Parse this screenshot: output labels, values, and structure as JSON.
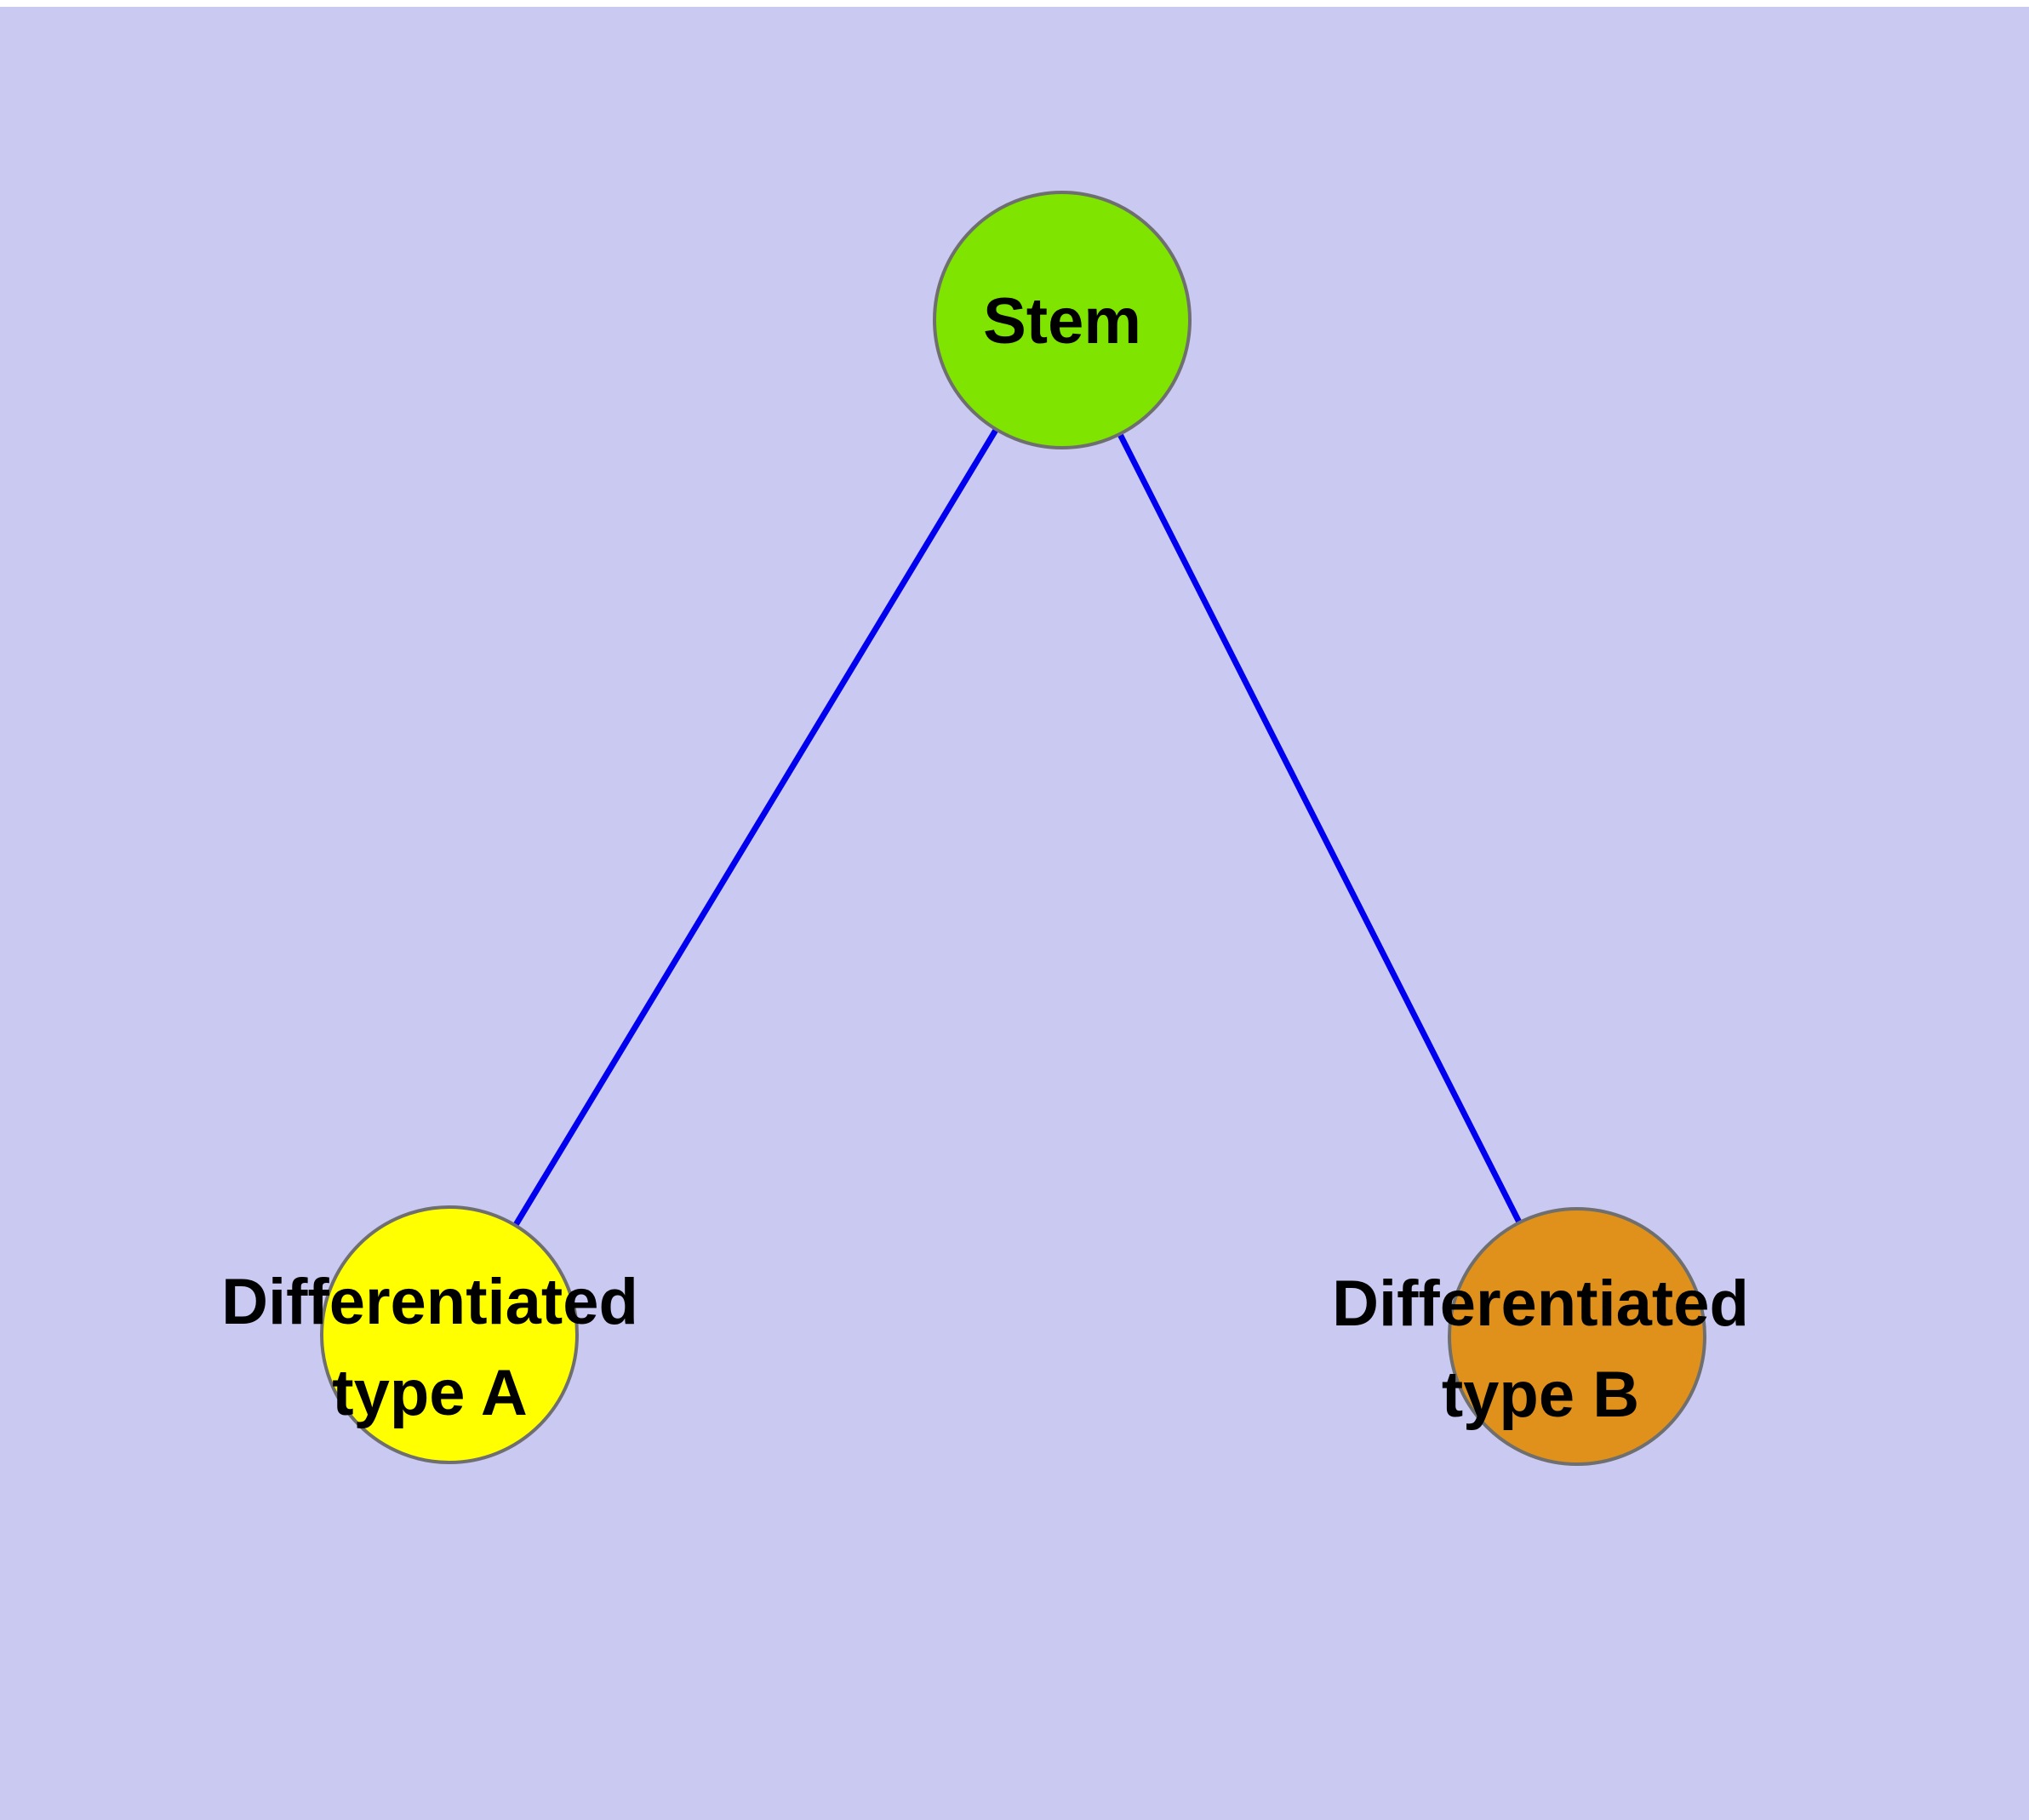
{
  "background_color": "#c9c9f2",
  "edge_color": "#0000ee",
  "node_border_color": "#6f6f6f",
  "nodes": [
    {
      "id": "stem",
      "label": "Stem",
      "color": "#7fe400"
    },
    {
      "id": "differentiated-type-a",
      "label_lines": [
        "Differentiated",
        "type A"
      ],
      "color": "#ffff00"
    },
    {
      "id": "differentiated-type-b",
      "label_lines": [
        "Differentiated",
        "type B"
      ],
      "color": "#e0911c"
    }
  ],
  "edges": [
    {
      "from": "stem",
      "to": "differentiated-type-a"
    },
    {
      "from": "stem",
      "to": "differentiated-type-b"
    }
  ]
}
